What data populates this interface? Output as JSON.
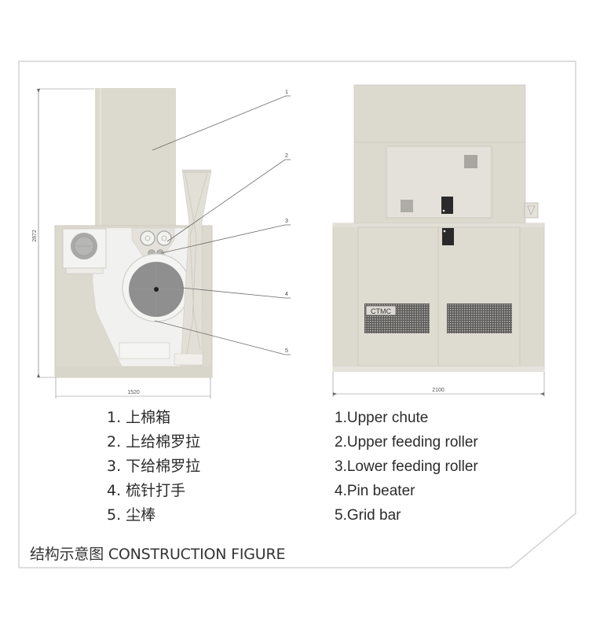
{
  "figure": {
    "caption": "结构示意图 CONSTRUCTION FIGURE",
    "colors": {
      "machine_body": "#dcd9ce",
      "machine_light": "#ebe9e2",
      "interior": "#f1f1ef",
      "beater": "#8f8f8f",
      "frame_border": "#d4d4d4",
      "vent_grid": "#555555",
      "control_box": "#2a2a2a"
    },
    "side_view": {
      "height_dimension": "2872",
      "width_dimension": "1520",
      "callouts": [
        "1",
        "2",
        "3",
        "4",
        "5"
      ]
    },
    "front_view": {
      "width_dimension": "2100",
      "brand_label": "CTMC"
    }
  },
  "legend": {
    "chinese": [
      "1. 上棉箱",
      "2. 上给棉罗拉",
      "3. 下给棉罗拉",
      "4. 梳针打手",
      "5. 尘棒"
    ],
    "english": [
      "1.Upper chute",
      "2.Upper feeding roller",
      "3.Lower feeding roller",
      "4.Pin beater",
      "5.Grid bar"
    ]
  }
}
